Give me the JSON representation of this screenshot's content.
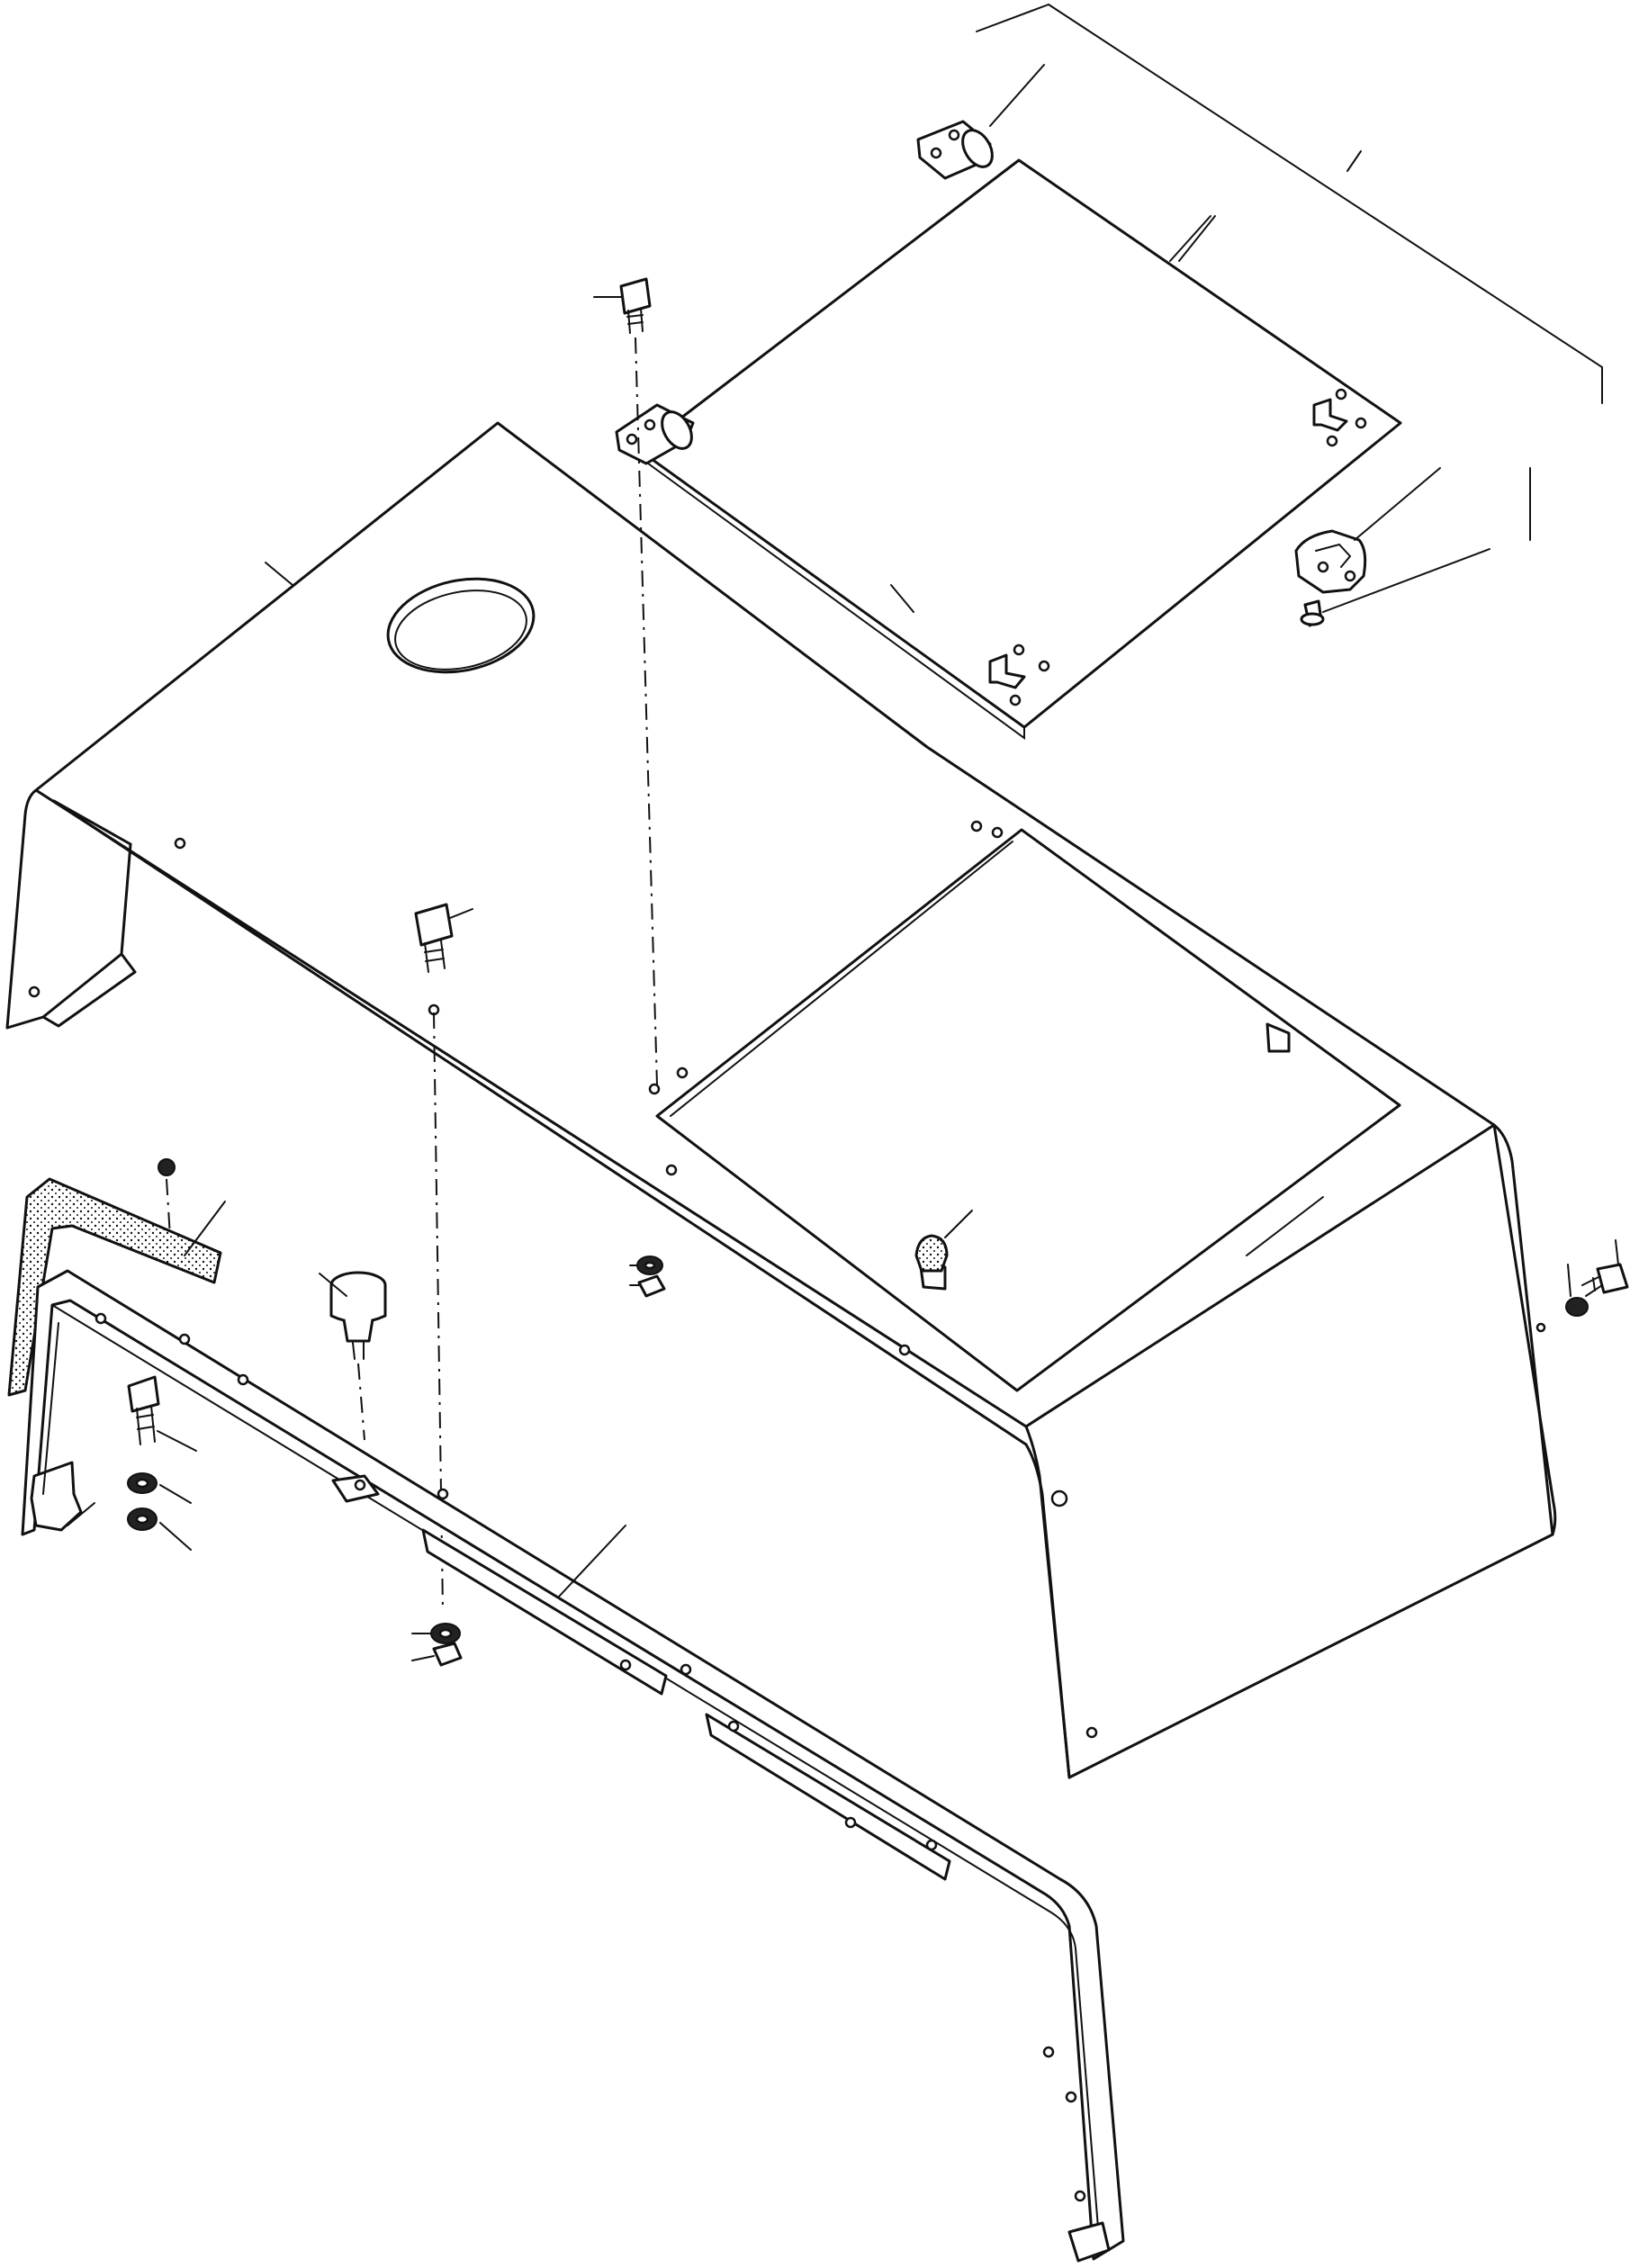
{
  "diagram": {
    "kind": "exploded parts drawing",
    "colors": {
      "line": "#111111",
      "background": "#ffffff"
    },
    "parts": [
      {
        "name": "hood-cover-body"
      },
      {
        "name": "top-access-panel"
      },
      {
        "name": "panel-hinge"
      },
      {
        "name": "panel-latch"
      },
      {
        "name": "front-seal-strip"
      },
      {
        "name": "rear-seal-strip"
      },
      {
        "name": "bolts"
      },
      {
        "name": "washers"
      },
      {
        "name": "rubber-bumper"
      },
      {
        "name": "knob-fastener"
      }
    ]
  }
}
